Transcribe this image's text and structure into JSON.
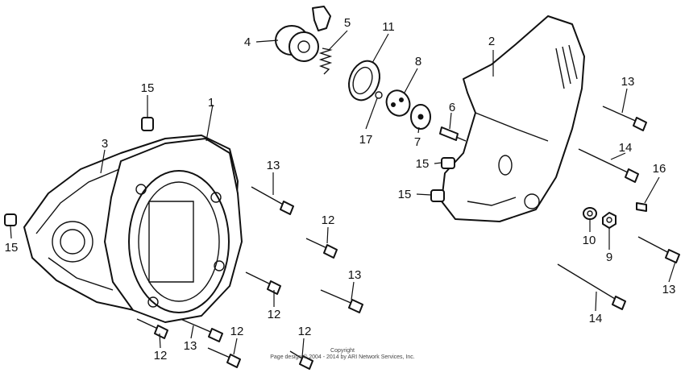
{
  "diagram": {
    "callouts": [
      "1",
      "2",
      "3",
      "4",
      "5",
      "6",
      "7",
      "8",
      "9",
      "10",
      "11",
      "12",
      "13",
      "14",
      "15",
      "16",
      "17"
    ],
    "copyright_title": "Copyright",
    "copyright_line": "Page design © 2004 - 2014 by ARI Network Services, Inc."
  }
}
